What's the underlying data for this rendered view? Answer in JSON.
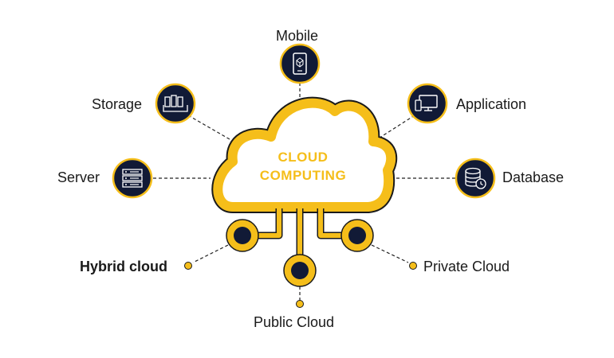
{
  "diagram": {
    "title_line1": "CLOUD",
    "title_line2": "COMPUTING",
    "colors": {
      "accent": "#F5BE1A",
      "node": "#111A36",
      "line": "#222222",
      "outline": "#1a1a1a"
    },
    "nodes": [
      {
        "id": "mobile",
        "label": "Mobile",
        "icon": "mobile-icon"
      },
      {
        "id": "storage",
        "label": "Storage",
        "icon": "storage-icon"
      },
      {
        "id": "application",
        "label": "Application",
        "icon": "application-icon"
      },
      {
        "id": "server",
        "label": "Server",
        "icon": "server-icon"
      },
      {
        "id": "database",
        "label": "Database",
        "icon": "database-icon"
      }
    ],
    "deployment": [
      {
        "id": "hybrid",
        "label": "Hybrid cloud"
      },
      {
        "id": "public",
        "label": "Public Cloud"
      },
      {
        "id": "private",
        "label": "Private Cloud"
      }
    ]
  }
}
